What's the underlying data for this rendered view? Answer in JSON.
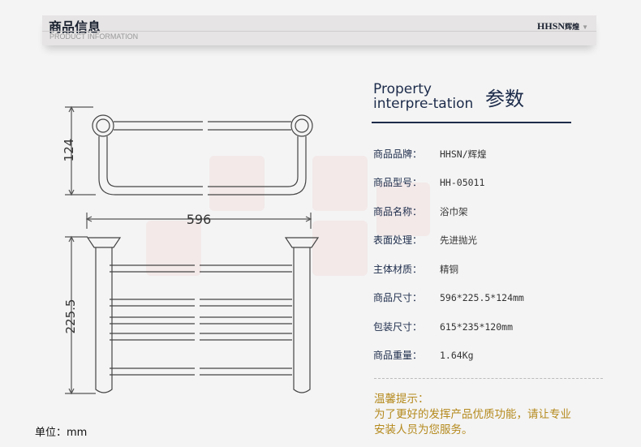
{
  "header": {
    "title": "商品信息",
    "subtitle": "PRODUCT INFORMATION",
    "logo": "HHSN",
    "logo_cn": "辉煌",
    "arrow": "▼"
  },
  "drawing": {
    "dim_depth": "124",
    "dim_width": "596",
    "dim_height": "225.5",
    "unit_label": "单位：mm"
  },
  "property": {
    "title_en1": "Property",
    "title_en2": "interpre-tation",
    "title_cn": "参数",
    "rows": [
      {
        "k": "商品品牌：",
        "v": "HHSN/辉煌"
      },
      {
        "k": "商品型号：",
        "v": "HH-05011"
      },
      {
        "k": "商品名称：",
        "v": "浴巾架"
      },
      {
        "k": "表面处理：",
        "v": "先进抛光"
      },
      {
        "k": "主体材质：",
        "v": "精铜"
      },
      {
        "k": "商品尺寸：",
        "v": "596*225.5*124mm"
      },
      {
        "k": "包装尺寸：",
        "v": "615*235*120mm"
      },
      {
        "k": "商品重量：",
        "v": "1.64Kg"
      }
    ]
  },
  "tip": {
    "title": "温馨提示：",
    "line1": "为了更好的发挥产品优质功能，请让专业",
    "line2": "安装人员为您服务。"
  }
}
